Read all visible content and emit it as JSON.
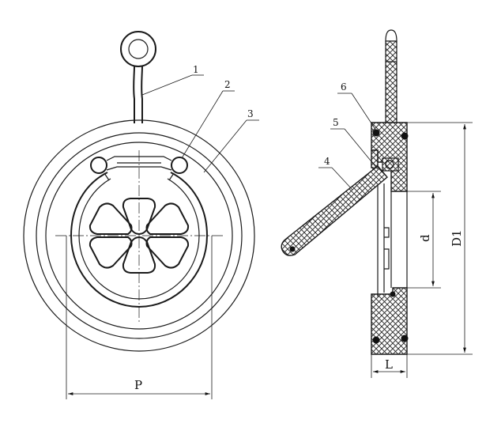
{
  "callouts": [
    "1",
    "2",
    "3",
    "4",
    "5",
    "6"
  ],
  "dimensions": {
    "P": "P",
    "L": "L",
    "d": "d",
    "D1": "D1"
  }
}
